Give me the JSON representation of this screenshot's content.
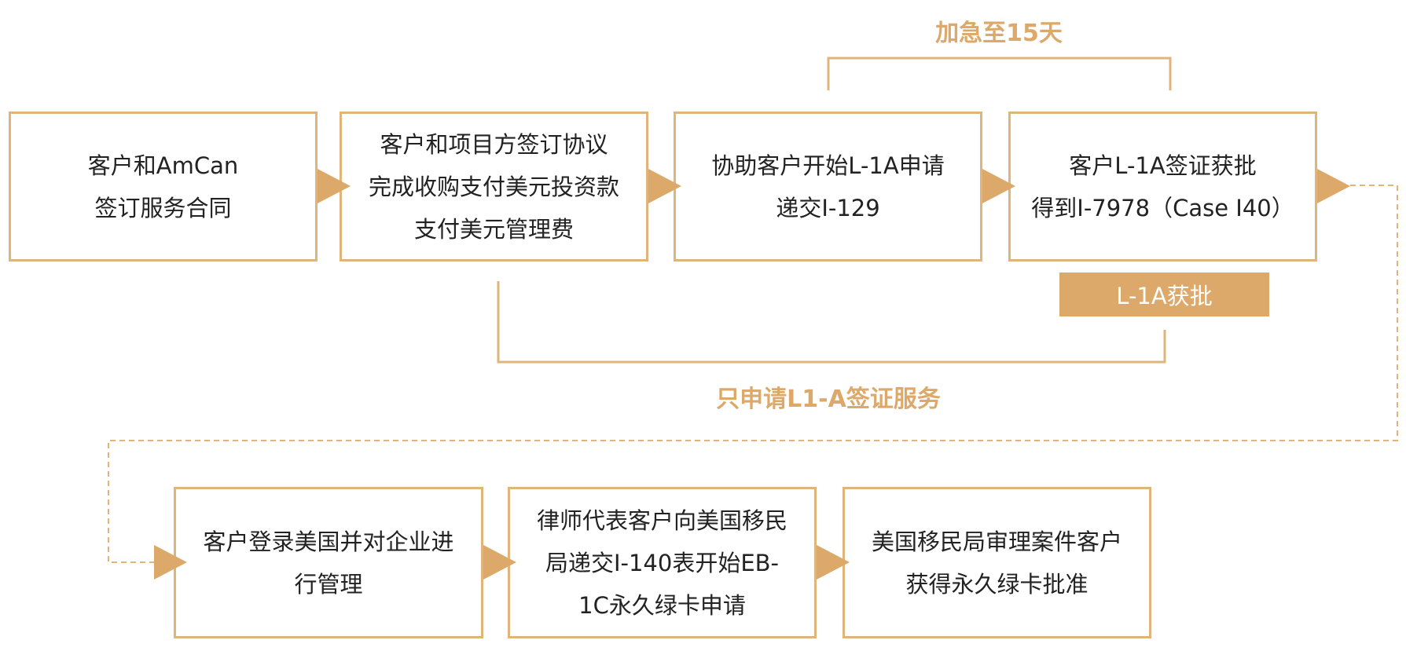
{
  "colors": {
    "accent": "#dca96a",
    "border": "#e0b57c"
  },
  "top_label": "加急至15天",
  "bottom_label": "只申请L1-A签证服务",
  "badge": "L-1A获批",
  "boxes": [
    {
      "lines": [
        "客户和AmCan",
        "签订服务合同"
      ]
    },
    {
      "lines": [
        "客户和项目方签订协议",
        "完成收购支付美元投资款",
        "支付美元管理费"
      ]
    },
    {
      "lines": [
        "协助客户开始L-1A申请",
        "递交I-129"
      ]
    },
    {
      "lines": [
        "客户L-1A签证获批",
        "得到I-7978（Case I40）"
      ]
    },
    {
      "lines": [
        "客户登录美国并对企业进",
        "行管理"
      ]
    },
    {
      "lines": [
        "律师代表客户向美国移民",
        "局递交I-140表开始EB-",
        "1C永久绿卡申请"
      ]
    },
    {
      "lines": [
        "美国移民局审理案件客户",
        "获得永久绿卡批准"
      ]
    }
  ]
}
